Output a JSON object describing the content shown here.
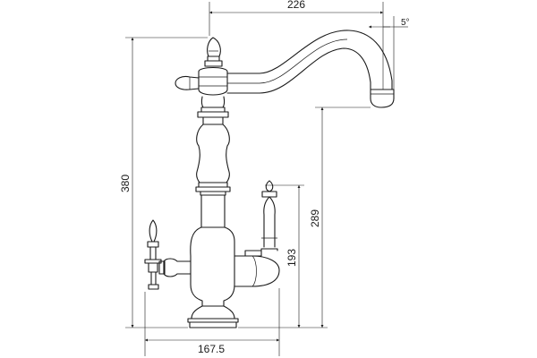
{
  "dimensions": {
    "spout_reach": "226",
    "spout_angle": "5°",
    "overall_height": "380",
    "spout_outlet_height": "289",
    "handle_height": "193",
    "base_width": "167.5"
  }
}
